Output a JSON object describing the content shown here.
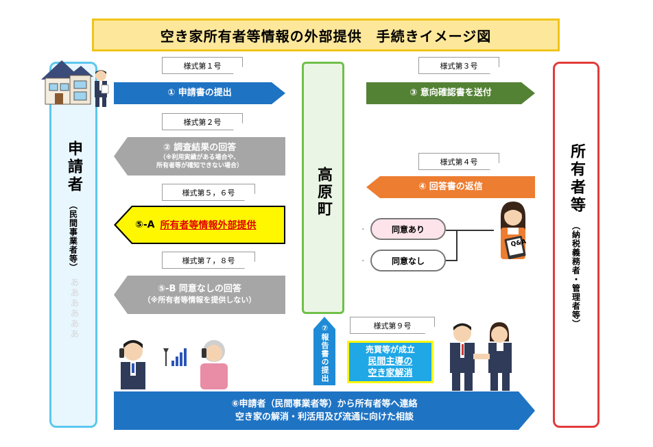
{
  "title": "空き家所有者等情報の外部提供　手続きイメージ図",
  "applicant": {
    "name": "申請者",
    "sub": "（民間事業者等）",
    "faint": "ああああああ"
  },
  "owner": {
    "name": "所有者等",
    "sub": "（納税義務者・管理者等）"
  },
  "town": {
    "name": "高原町"
  },
  "forms": {
    "f1": "様式第１号",
    "f2": "様式第２号",
    "f3": "様式第３号",
    "f4": "様式第４号",
    "f56": "様式第５，６号",
    "f78": "様式第７，８号",
    "f9": "様式第９号"
  },
  "steps": {
    "s1": "①  申請書の提出",
    "s2": "②  調査結果の回答",
    "s2_note1": "（※利用実績がある場合や、",
    "s2_note2": "所有者等が確知できない場合）",
    "s3": "③  意向確認書を送付",
    "s4": "④  回答書の返信",
    "s5a_prefix": "⑤-A",
    "s5a_text": "所有者等情報外部提供",
    "s5b": "⑤-B  同意なしの回答",
    "s5b_note": "（※所有者等情報を提供しない）",
    "s6_line1": "⑥申請者（民間事業者等）から所有者等へ連絡",
    "s6_line2": "空き家の解消・利活用及び流通に向けた相談",
    "s7": "⑦報告書の提出"
  },
  "consent": {
    "yes": "同意あり",
    "no": "同意なし"
  },
  "success": {
    "line1": "売買等が成立",
    "line2": "民間主導の",
    "line3": "空き家解消"
  },
  "qa_label": "Q&A",
  "colors": {
    "title_bg": "#fde79a",
    "applicant_border": "#5bc7ee",
    "owner_border": "#e23a3a",
    "town_border": "#6fbf48",
    "blue": "#1f73c3",
    "green": "#548235",
    "gray": "#a6a6a6",
    "orange": "#ed7d31",
    "yellow": "#fff700"
  }
}
